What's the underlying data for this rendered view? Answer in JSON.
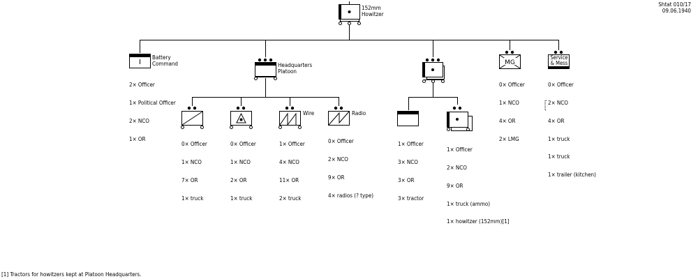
{
  "header": {
    "code": "Shtat 010/17",
    "date": "09.06.1940"
  },
  "top_unit": {
    "label": "152mm\nHowitzer"
  },
  "battery_command": {
    "label": "Battery\nCommand",
    "personnel": [
      "2× Officer",
      "1× Political Officer",
      "2× NCO",
      "1× OR"
    ]
  },
  "hq_platoon": {
    "label": "Headquarters\nPlatoon"
  },
  "hq_sections": [
    {
      "label": "",
      "personnel": [
        "0× Officer",
        "1× NCO",
        "7× OR",
        "1× truck"
      ]
    },
    {
      "label": "",
      "personnel": [
        "0× Officer",
        "1× NCO",
        "2× OR",
        "1× truck"
      ]
    },
    {
      "label": "Wire",
      "personnel": [
        "1× Officer",
        "4× NCO",
        "11× OR",
        "2× truck"
      ]
    },
    {
      "label": "Radio",
      "personnel": [
        "0× Officer",
        "2× NCO",
        "9× OR",
        "4× radios (? type)"
      ]
    }
  ],
  "firing_platoon": {
    "label": ""
  },
  "tractor_section": {
    "personnel": [
      "1× Officer",
      "3× NCO",
      "3× OR",
      "3× tractor"
    ]
  },
  "gun_section": {
    "personnel": [
      "1× Officer",
      "2× NCO",
      "9× OR",
      "1× truck (ammo)",
      "1× howitzer (152mm)[1]"
    ]
  },
  "mg_section": {
    "symbol_text": "MG",
    "personnel": [
      "0× Officer",
      "1× NCO",
      "4× OR",
      "2× LMG"
    ]
  },
  "service_mess": {
    "label": "Service\n& Mess",
    "personnel": [
      "0× Officer",
      "2× NCO",
      "4× OR",
      "1× truck",
      "1× truck",
      "1× trailer (kitchen)"
    ]
  },
  "footnote": "[1] Tractors for howitzers kept at Platoon Headquarters."
}
